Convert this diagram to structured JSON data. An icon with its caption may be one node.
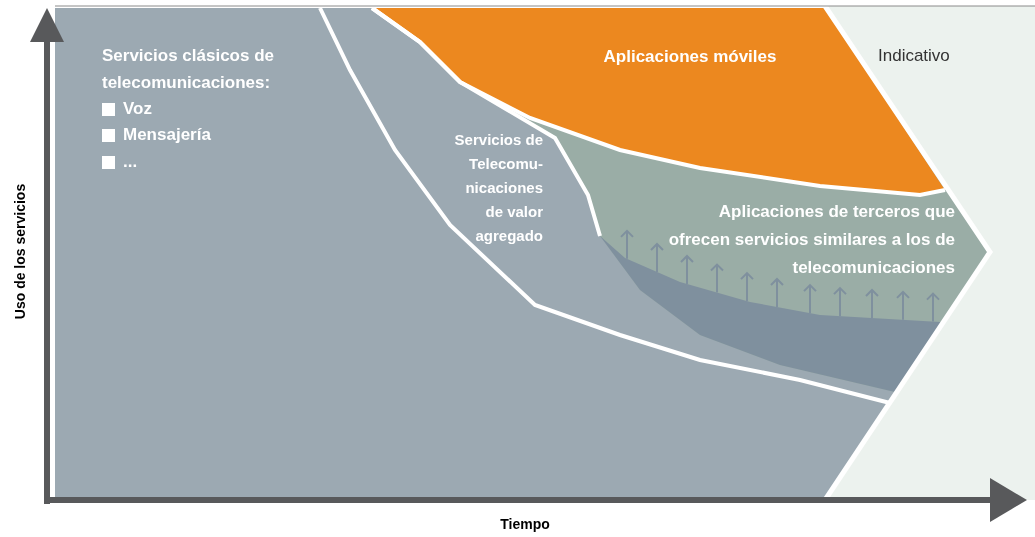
{
  "diagram": {
    "labels": [
      "Servicios clásicos de telecomunicaciones:",
      "Voz",
      "Mensajería",
      "...",
      "Aplicaciones móviles",
      "Indicativo",
      "Servicios de Telecomu- nicaciones de valor agregado",
      "Aplicaciones de terceros que ofrecen servicios similares a los de telecomunicaciones",
      "Uso de los servicios",
      "Tiempo"
    ]
  }
}
